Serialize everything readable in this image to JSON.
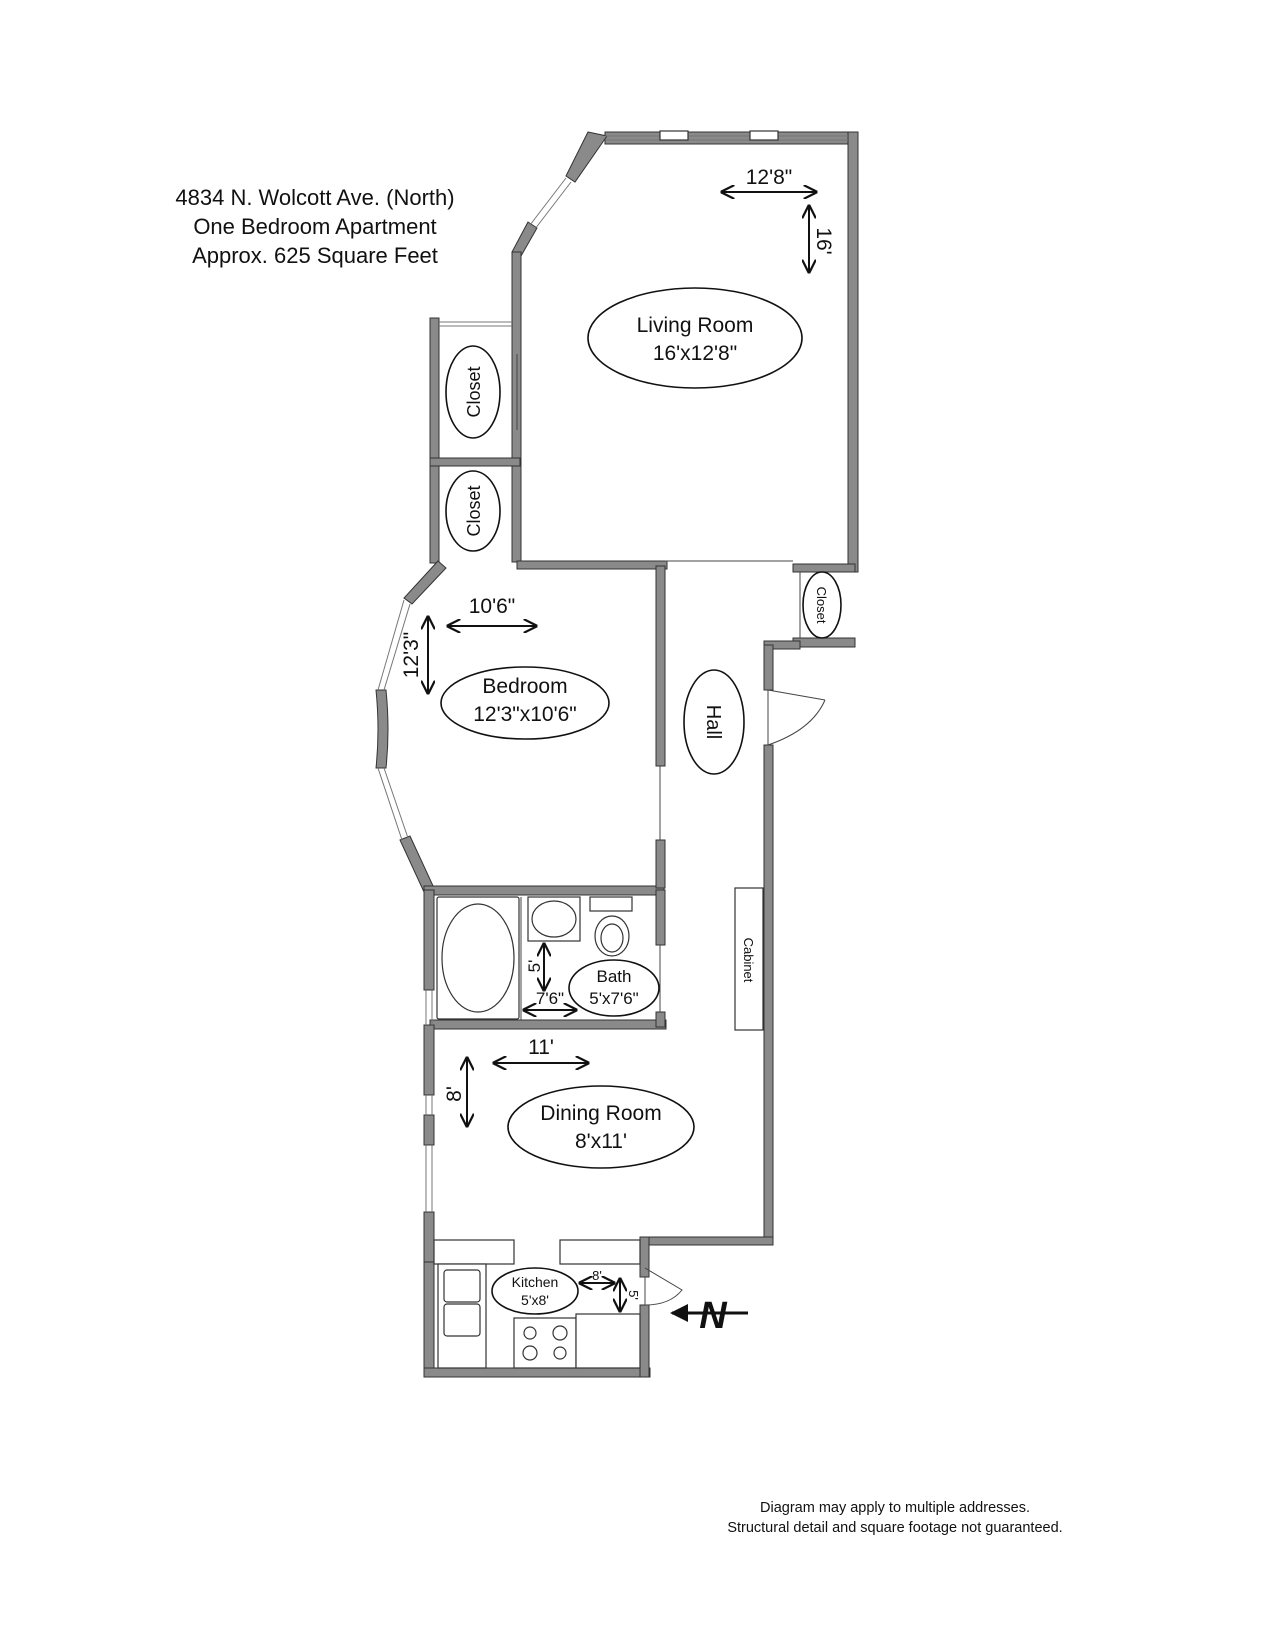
{
  "header": {
    "address": "4834 N. Wolcott Ave. (North)",
    "type": "One Bedroom Apartment",
    "area": "Approx. 625 Square Feet"
  },
  "rooms": {
    "living": {
      "name": "Living Room",
      "size": "16'x12'8\"",
      "dim_w": "12'8\"",
      "dim_h": "16'"
    },
    "bedroom": {
      "name": "Bedroom",
      "size": "12'3\"x10'6\"",
      "dim_w": "10'6\"",
      "dim_h": "12'3\""
    },
    "hall": {
      "name": "Hall"
    },
    "bath": {
      "name": "Bath",
      "size": "5'x7'6\"",
      "dim_w": "7'6\"",
      "dim_h": "5'"
    },
    "dining": {
      "name": "Dining Room",
      "size": "8'x11'",
      "dim_w": "11'",
      "dim_h": "8'"
    },
    "kitchen": {
      "name": "Kitchen",
      "size": "5'x8'",
      "dim_w": "8'",
      "dim_h": "5'"
    },
    "closet_label": "Closet",
    "cabinet_label": "Cabinet"
  },
  "compass": {
    "letter": "N"
  },
  "footer": {
    "line1": "Diagram may apply to multiple addresses.",
    "line2": "Structural detail and square footage not guaranteed."
  },
  "colors": {
    "wall": "#8a8a8a",
    "line": "#333333"
  }
}
